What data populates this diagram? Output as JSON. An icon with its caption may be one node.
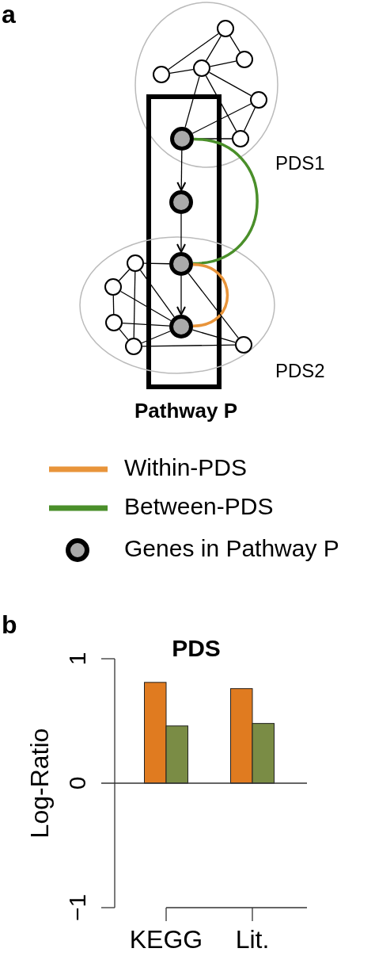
{
  "diagram": {
    "nodes": [
      {
        "text": [
          "PDS1"
        ]
      },
      {
        "text": [
          "Pathway P"
        ]
      },
      {
        "text": [
          "PDS2"
        ]
      },
      {
        "text": [],
        "shape": "circle",
        "in": 0
      },
      {
        "text": [],
        "shape": "circle",
        "in": 0
      },
      {
        "text": [],
        "shape": "circle",
        "in": 0
      },
      {
        "text": [],
        "shape": "circle",
        "in": 0
      },
      {
        "text": [],
        "shape": "circle",
        "in": 0
      },
      {
        "text": [],
        "shape": "circle",
        "in": 0
      },
      {
        "text": [],
        "shape": "circle"
      },
      {
        "text": [],
        "shape": "circle",
        "in": 1
      },
      {
        "text": [],
        "shape": "circle"
      },
      {
        "text": [],
        "shape": "circle"
      },
      {
        "text": [],
        "shape": "circle",
        "in": 2
      },
      {
        "text": [],
        "shape": "circle",
        "in": 2
      },
      {
        "text": [],
        "shape": "circle",
        "in": 2
      },
      {
        "text": [],
        "shape": "circle",
        "in": 2
      },
      {
        "text": [],
        "shape": "circle",
        "in": 2
      }
    ],
    "edges": [
      {
        "from": 3,
        "to": 6,
        "arrow": "none"
      },
      {
        "from": 3,
        "to": 5,
        "arrow": "none"
      },
      {
        "from": 3,
        "to": 4,
        "arrow": "none"
      },
      {
        "from": 4,
        "to": 5,
        "arrow": "none"
      },
      {
        "from": 6,
        "to": 5,
        "arrow": "none"
      },
      {
        "from": 5,
        "to": 9,
        "arrow": "none"
      },
      {
        "from": 5,
        "to": 7,
        "arrow": "none"
      },
      {
        "from": 5,
        "to": 8,
        "arrow": "none"
      },
      {
        "from": 7,
        "to": 9,
        "arrow": "none"
      },
      {
        "from": 7,
        "to": 8,
        "arrow": "none"
      },
      {
        "from": 9,
        "to": 8,
        "arrow": "none"
      },
      {
        "from": 9,
        "to": 10,
        "arrow": "to"
      },
      {
        "from": 10,
        "to": 11,
        "arrow": "to"
      },
      {
        "from": 11,
        "to": 12,
        "arrow": "to"
      },
      {
        "from": 9,
        "to": 11,
        "arrow": "none",
        "style": "thick",
        "color": "#4a8f2a"
      },
      {
        "from": 11,
        "to": 12,
        "arrow": "none",
        "style": "thick",
        "color": "#e8943a"
      },
      {
        "from": 13,
        "to": 11,
        "arrow": "none"
      },
      {
        "from": 13,
        "to": 14,
        "arrow": "none"
      },
      {
        "from": 14,
        "to": 15,
        "arrow": "none"
      },
      {
        "from": 15,
        "to": 17,
        "arrow": "none"
      },
      {
        "from": 13,
        "to": 17,
        "arrow": "none"
      },
      {
        "from": 13,
        "to": 12,
        "arrow": "none"
      },
      {
        "from": 14,
        "to": 12,
        "arrow": "none"
      },
      {
        "from": 15,
        "to": 12,
        "arrow": "none"
      },
      {
        "from": 17,
        "to": 12,
        "arrow": "none"
      },
      {
        "from": 17,
        "to": 16,
        "arrow": "none"
      },
      {
        "from": 11,
        "to": 16,
        "arrow": "none"
      },
      {
        "from": 12,
        "to": 16,
        "arrow": "none"
      }
    ],
    "labels": [
      "a",
      "b"
    ],
    "legend": [
      {
        "text": "Within-PDS"
      },
      {
        "text": "Between-PDS"
      },
      {
        "text": "Genes in Pathway P"
      }
    ],
    "chart_data": {
      "type": "bar",
      "title": "PDS",
      "ylabel": "Log-Ratio",
      "categories": [
        "KEGG",
        "Lit."
      ],
      "series": [
        {
          "color": "#e07b20",
          "values": [
            0.81,
            0.76
          ]
        },
        {
          "color": "#7a8c45",
          "values": [
            0.46,
            0.48
          ]
        }
      ],
      "ylim": [
        -1,
        1
      ],
      "yticks": [
        -1,
        0,
        1
      ]
    }
  }
}
